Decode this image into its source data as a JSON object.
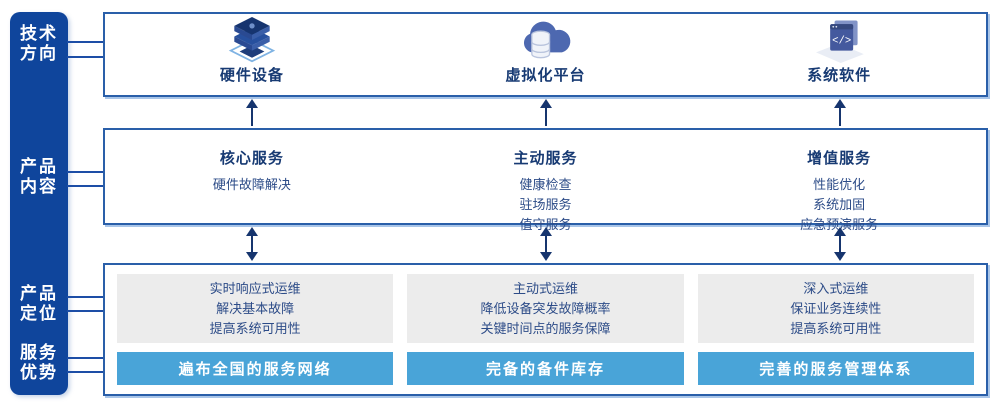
{
  "colors": {
    "sidebar_bg": "#0f459c",
    "box_border": "#2a5fa9",
    "title_text": "#173a73",
    "body_text": "#2d4c88",
    "gray_panel_bg": "#ececec",
    "banner_bg": "#49a4d8",
    "arrow": "#16356e"
  },
  "sidebar": {
    "labels": [
      {
        "id": "tech-direction",
        "lines": [
          "技术",
          "方向"
        ]
      },
      {
        "id": "product-content",
        "lines": [
          "产品",
          "内容"
        ]
      },
      {
        "id": "product-positioning",
        "lines": [
          "产品",
          "定位"
        ]
      },
      {
        "id": "service-advantage",
        "lines": [
          "服务",
          "优势"
        ]
      }
    ]
  },
  "tech_direction_row": {
    "columns": [
      {
        "icon": "server-stack-icon",
        "label": "硬件设备"
      },
      {
        "icon": "cloud-database-icon",
        "label": "虚拟化平台"
      },
      {
        "icon": "software-window-icon",
        "label": "系统软件"
      }
    ]
  },
  "product_content_row": {
    "columns": [
      {
        "title": "核心服务",
        "items": [
          "硬件故障解决"
        ]
      },
      {
        "title": "主动服务",
        "items": [
          "健康检查",
          "驻场服务",
          "值守服务"
        ]
      },
      {
        "title": "增值服务",
        "items": [
          "性能优化",
          "系统加固",
          "应急预演服务"
        ]
      }
    ]
  },
  "bottom_row": {
    "columns": [
      {
        "positioning": [
          "实时响应式运维",
          "解决基本故障",
          "提高系统可用性"
        ],
        "advantage": "遍布全国的服务网络"
      },
      {
        "positioning": [
          "主动式运维",
          "降低设备突发故障概率",
          "关键时间点的服务保障"
        ],
        "advantage": "完备的备件库存"
      },
      {
        "positioning": [
          "深入式运维",
          "保证业务连续性",
          "提高系统可用性"
        ],
        "advantage": "完善的服务管理体系"
      }
    ]
  }
}
